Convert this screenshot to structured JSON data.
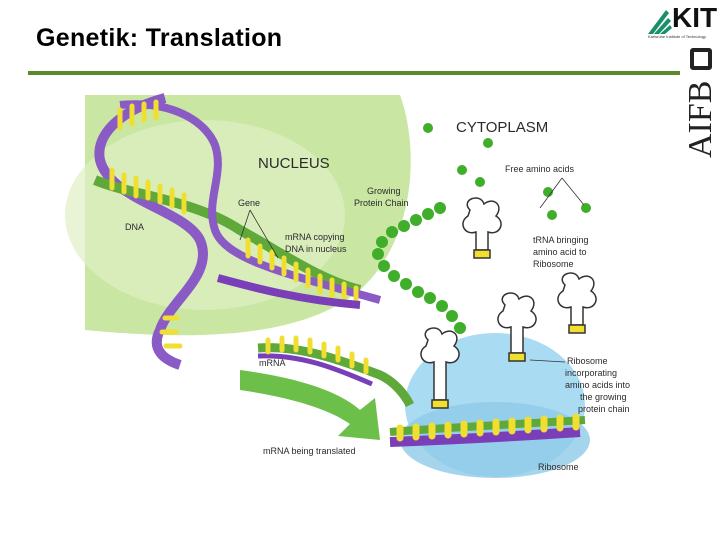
{
  "slide": {
    "title": "Genetik: Translation"
  },
  "logos": {
    "kit": "KIT",
    "kit_subtitle": "Karlsruhe Institute of Technology",
    "aifb": "AIFB"
  },
  "diagram": {
    "labels": {
      "cytoplasm": "CYTOPLASM",
      "nucleus": "NUCLEUS",
      "free_amino_acids": "Free amino acids",
      "growing_protein_chain": [
        "Growing",
        "Protein Chain"
      ],
      "gene": "Gene",
      "dna": "DNA",
      "mrna_copying": [
        "mRNA copying",
        "DNA in nucleus"
      ],
      "trna_bringing": [
        "tRNA bringing",
        "amino acid to",
        "Ribosome"
      ],
      "mrna": "mRNA",
      "ribosome_incorporating": [
        "Ribosome",
        "incorporating",
        "amino acids into",
        "the growing",
        "protein chain"
      ],
      "mrna_being_translated": "mRNA being translated",
      "ribosome": "Ribosome"
    },
    "colors": {
      "nucleus": "#c9e6a3",
      "ribosome": "#a9dcf2",
      "amino_acid": "#3fae2a",
      "dna_purple": "#8a5bc4",
      "dna_green": "#5fa83a",
      "bases": "#f0df30",
      "arrow": "#6cc04a"
    }
  }
}
